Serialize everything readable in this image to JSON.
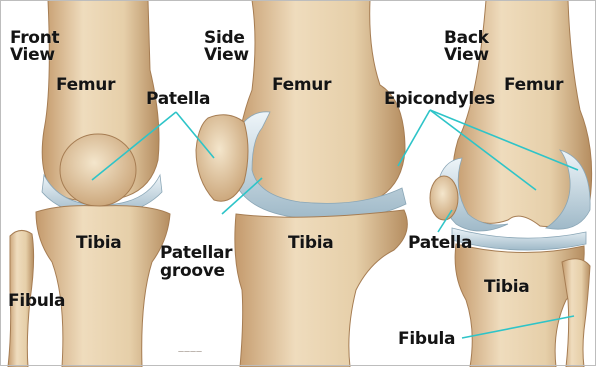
{
  "image": {
    "subject": "knee anatomy",
    "views": [
      "front",
      "side",
      "back"
    ],
    "palette": {
      "bone": "#e9d2b0",
      "bone_shadow": "#b98f63",
      "cartilage": "#c6d9e4",
      "leader_line": "#2ec4c8",
      "background": "#ffffff"
    }
  },
  "labels": {
    "front_view": "Front View",
    "side_view": "Side View",
    "back_view": "Back View",
    "front_femur": "Femur",
    "side_femur": "Femur",
    "back_femur": "Femur",
    "patella_front": "Patella",
    "patella_back": "Patella",
    "epicondyles": "Epicondyles",
    "front_tibia": "Tibia",
    "side_tibia": "Tibia",
    "back_tibia": "Tibia",
    "front_fibula": "Fibula",
    "back_fibula": "Fibula",
    "patellar_groove": "Patellar groove"
  },
  "credit": "————"
}
